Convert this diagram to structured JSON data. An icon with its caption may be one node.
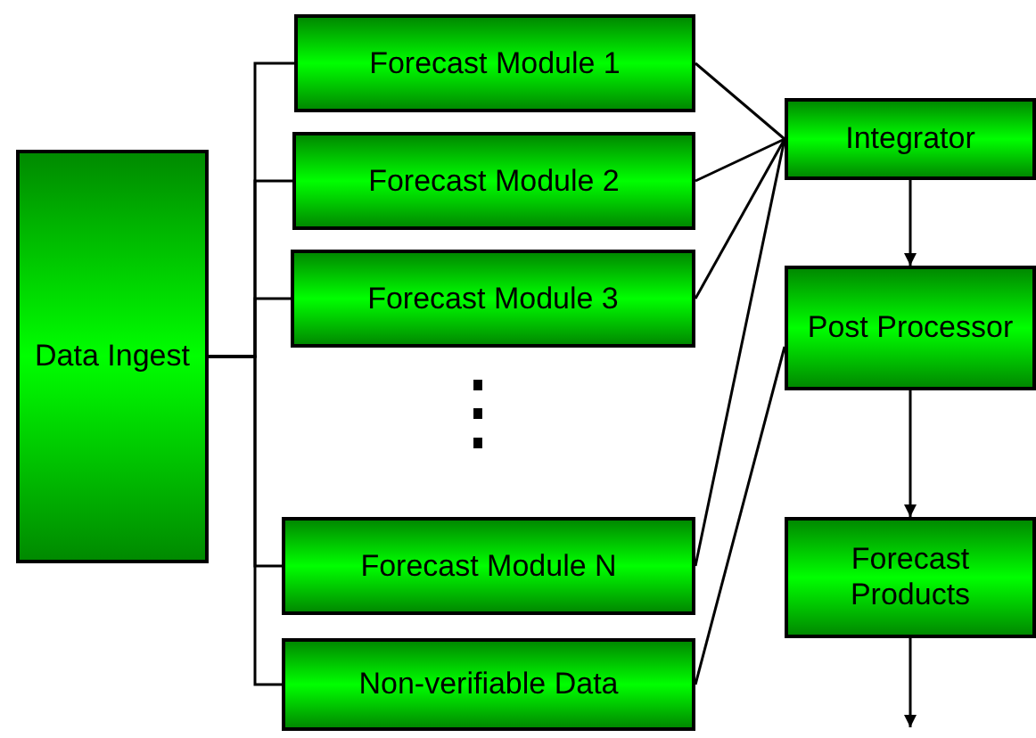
{
  "diagram": {
    "nodes": [
      {
        "text": [
          "Data Ingest"
        ]
      },
      {
        "text": [
          "Forecast Module 1"
        ]
      },
      {
        "text": [
          "Forecast Module 2"
        ]
      },
      {
        "text": [
          "Forecast Module 3"
        ]
      },
      {
        "text": [
          "Forecast Module N"
        ]
      },
      {
        "text": [
          "Non-verifiable Data"
        ]
      },
      {
        "text": [
          "Integrator"
        ]
      },
      {
        "text": [
          "Post Processor"
        ]
      },
      {
        "text": [
          "Forecast Products"
        ]
      }
    ],
    "edges": [
      {
        "from": 0,
        "to": 1,
        "arrow": "none"
      },
      {
        "from": 0,
        "to": 2,
        "arrow": "none"
      },
      {
        "from": 0,
        "to": 3,
        "arrow": "none"
      },
      {
        "from": 0,
        "to": 4,
        "arrow": "none"
      },
      {
        "from": 0,
        "to": 5,
        "arrow": "none"
      },
      {
        "from": 1,
        "to": 6,
        "arrow": "none"
      },
      {
        "from": 2,
        "to": 6,
        "arrow": "none"
      },
      {
        "from": 3,
        "to": 6,
        "arrow": "none"
      },
      {
        "from": 4,
        "to": 6,
        "arrow": "none"
      },
      {
        "from": 5,
        "to": 7,
        "arrow": "none"
      },
      {
        "from": 6,
        "to": 7,
        "arrow": "to"
      },
      {
        "from": 7,
        "to": 8,
        "arrow": "to"
      },
      {
        "from": 8,
        "to": null,
        "arrow": "to"
      }
    ],
    "labels": [
      "⋮"
    ]
  }
}
